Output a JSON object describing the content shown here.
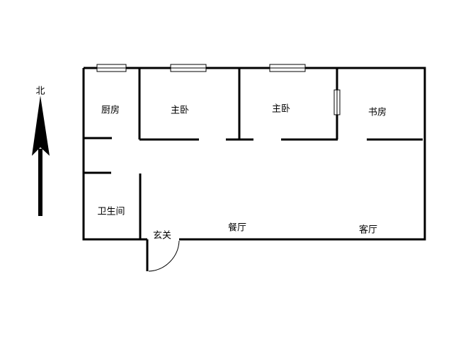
{
  "compass": {
    "label": "北"
  },
  "rooms": {
    "kitchen": "厨房",
    "master_bedroom_1": "主卧",
    "master_bedroom_2": "主卧",
    "study": "书房",
    "bathroom": "卫生间",
    "entrance": "玄关",
    "dining": "餐厅",
    "living": "客厅"
  }
}
